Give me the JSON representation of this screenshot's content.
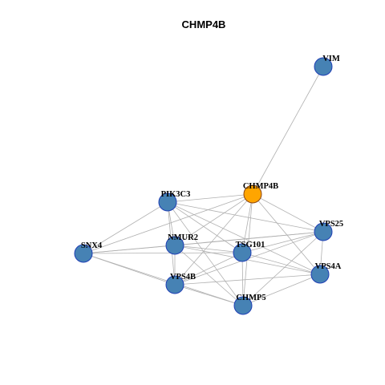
{
  "title": "CHMP4B",
  "colors": {
    "node_fill": "#4682b4",
    "node_stroke": "#1f3fb5",
    "center_fill": "#ffa500",
    "center_stroke": "#8b4513",
    "edge": "#b0b0b0"
  },
  "nodes": [
    {
      "id": "VIM",
      "label": "VIM",
      "center": false
    },
    {
      "id": "CHMP4B",
      "label": "CHMP4B",
      "center": true
    },
    {
      "id": "PIK3C3",
      "label": "PIK3C3",
      "center": false
    },
    {
      "id": "VPS25",
      "label": "VPS25",
      "center": false
    },
    {
      "id": "SNX4",
      "label": "SNX4",
      "center": false
    },
    {
      "id": "NMUR2",
      "label": "NMUR2",
      "center": false
    },
    {
      "id": "TSG101",
      "label": "TSG101",
      "center": false
    },
    {
      "id": "VPS4A",
      "label": "VPS4A",
      "center": false
    },
    {
      "id": "VPS4B",
      "label": "VPS4B",
      "center": false
    },
    {
      "id": "CHMP5",
      "label": "CHMP5",
      "center": false
    }
  ],
  "edges": [
    [
      "VIM",
      "CHMP4B"
    ],
    [
      "CHMP4B",
      "PIK3C3"
    ],
    [
      "CHMP4B",
      "VPS25"
    ],
    [
      "CHMP4B",
      "SNX4"
    ],
    [
      "CHMP4B",
      "NMUR2"
    ],
    [
      "CHMP4B",
      "TSG101"
    ],
    [
      "CHMP4B",
      "VPS4A"
    ],
    [
      "CHMP4B",
      "VPS4B"
    ],
    [
      "CHMP4B",
      "CHMP5"
    ],
    [
      "PIK3C3",
      "VPS25"
    ],
    [
      "PIK3C3",
      "SNX4"
    ],
    [
      "PIK3C3",
      "NMUR2"
    ],
    [
      "PIK3C3",
      "TSG101"
    ],
    [
      "PIK3C3",
      "VPS4A"
    ],
    [
      "PIK3C3",
      "VPS4B"
    ],
    [
      "PIK3C3",
      "CHMP5"
    ],
    [
      "VPS25",
      "NMUR2"
    ],
    [
      "VPS25",
      "TSG101"
    ],
    [
      "VPS25",
      "VPS4A"
    ],
    [
      "VPS25",
      "VPS4B"
    ],
    [
      "VPS25",
      "CHMP5"
    ],
    [
      "VPS25",
      "SNX4"
    ],
    [
      "SNX4",
      "NMUR2"
    ],
    [
      "SNX4",
      "TSG101"
    ],
    [
      "SNX4",
      "VPS4B"
    ],
    [
      "SNX4",
      "CHMP5"
    ],
    [
      "NMUR2",
      "TSG101"
    ],
    [
      "NMUR2",
      "VPS4A"
    ],
    [
      "NMUR2",
      "VPS4B"
    ],
    [
      "NMUR2",
      "CHMP5"
    ],
    [
      "TSG101",
      "VPS4A"
    ],
    [
      "TSG101",
      "VPS4B"
    ],
    [
      "TSG101",
      "CHMP5"
    ],
    [
      "VPS4A",
      "VPS4B"
    ],
    [
      "VPS4A",
      "CHMP5"
    ],
    [
      "VPS4B",
      "CHMP5"
    ]
  ]
}
